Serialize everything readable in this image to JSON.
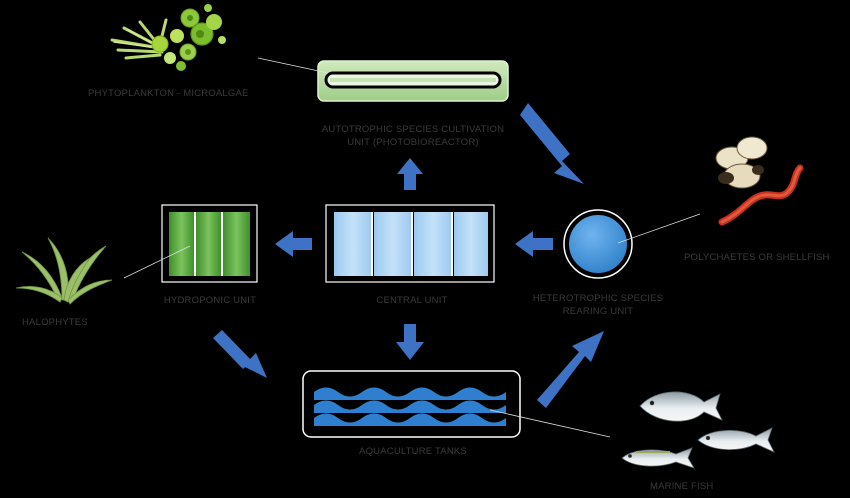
{
  "diagram": {
    "nodes": {
      "autotrophic": {
        "label_line1": "AUTOTROPHIC SPECIES CULTIVATION",
        "label_line2": "UNIT (PHOTOBIOREACTOR)"
      },
      "central": {
        "label": "CENTRAL UNIT"
      },
      "hydroponic": {
        "label": "HYDROPONIC UNIT"
      },
      "heterotrophic": {
        "label_line1": "HETEROTROPHIC SPECIES",
        "label_line2": "REARING UNIT"
      },
      "aquaculture": {
        "label": "AQUACULTURE TANKS"
      }
    },
    "organisms": {
      "phytoplankton": "PHYTOPLANKTON - MICROALGAE",
      "halophytes": "HALOPHYTES",
      "polychaetes": "POLYCHAETES or SHELLFISH",
      "fish": "MARINE FISH"
    }
  },
  "colors": {
    "background": "#000000",
    "photobioreactor": "#b6dba0",
    "hydroponic": "#5fae46",
    "central": "#a9d2f2",
    "heterotrophic": "#4a99dc",
    "water": "#2f7fd0",
    "arrow": "#3e72c4",
    "label": "#3a3a3a"
  }
}
